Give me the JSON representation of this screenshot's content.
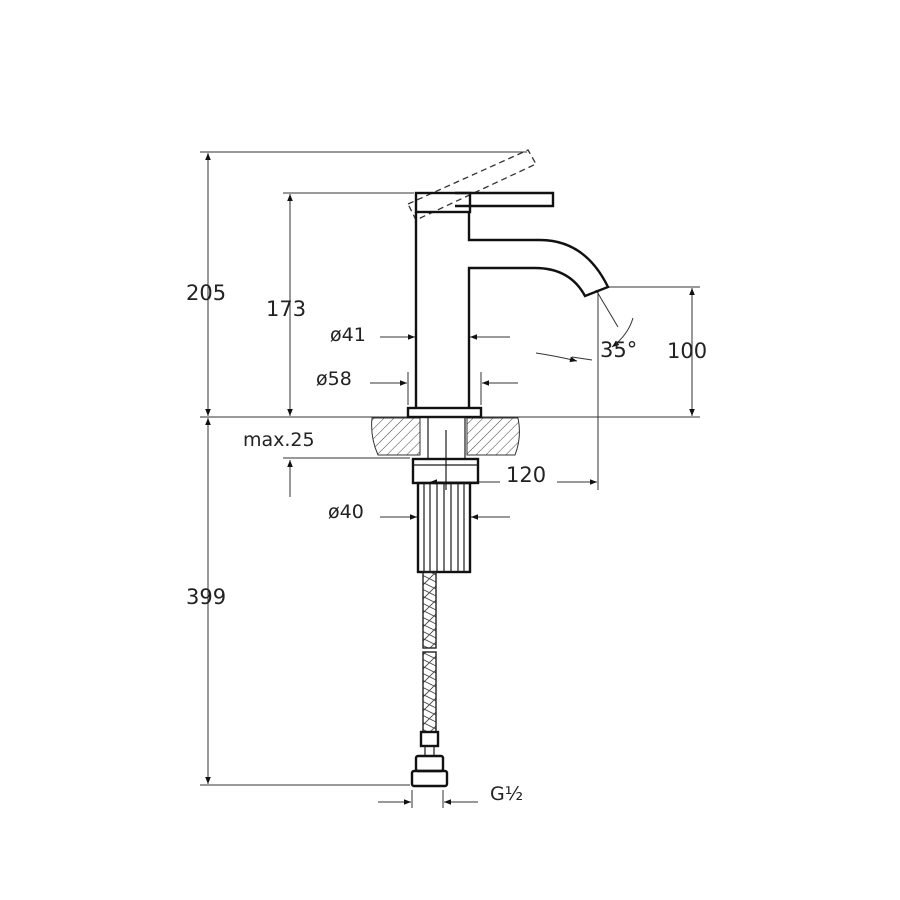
{
  "drawing": {
    "dimensions": {
      "total_height": "205",
      "spout_body_height": "173",
      "body_diameter": "ø41",
      "base_diameter": "ø58",
      "spout_height": "100",
      "angle": "35°",
      "max_counter_thickness": "max.25",
      "reach": "120",
      "shank_diameter": "ø40",
      "hose_length": "399",
      "connection_thread": "G½"
    }
  }
}
